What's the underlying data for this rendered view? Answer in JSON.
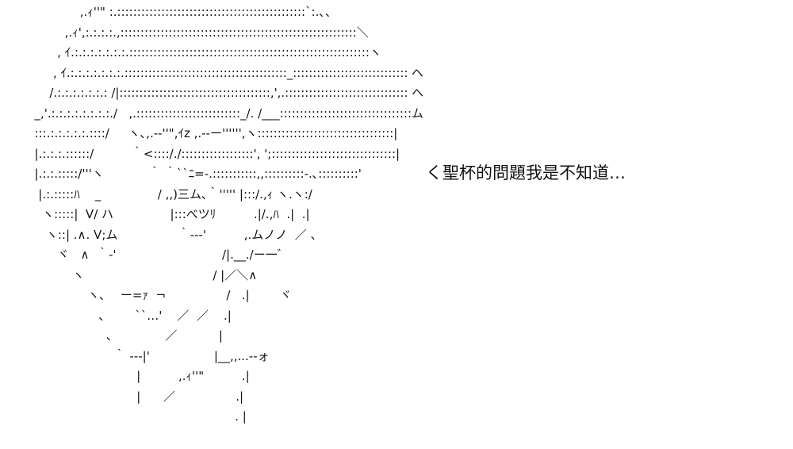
{
  "art": {
    "lines": [
      "              ,.ｨ''\" :.:::::::::::::::::::::::::::::::::::::::::::::::`:.､、",
      "          ,.ｨ',:.:.:.:.,:::::::::::::::::::::::::::::::::::::::::::::::::::::::::::＼",
      "        , ｲ.:.:.:.:.:.:.:.::::::::::::::::::::::::::::::::::::::::::::::::::::::::::::ヽ",
      "       , ｲ.:.:.:.:.:.:.:.:::::::::::::::::::::::::::::::::::::::::_::::::::::::::::::::::::::::: ヘ",
      "      /.:.:.:.:.:.:.: /|::::::::::::::::::::::::::::::::::::::,',.::::::::::::::::::::::::::::::: ヘ",
      "  _,'.:.:.:.:.:.:.:.:./   ,.::::::::::::::::::::::::::_/. /___:::::::::::::::::::::::::::::::::ム",
      "  :::.:.:.:.:.:.::::/     ヽ､,.-‐''\",ｲz ,.-‐ー'''''',ヽ::::::::::::::::::::::::::::::::::|",
      "  |.:.:.:.::::::/          ｀<::::/./::::::::::::::::::', ';:::::::::::::::::::::::::::::::|",
      "  |.:.:.:::::/'''ヽ            ｀ ｀``ﾆ=-.:::::::::::,,::::::::::-.､::::::::::'",
      "   |.:.:::::ﾊ    _               / ,,)三ム､｀''''' |:::/.,ｨ ヽ.ヽ:/",
      "    ヽ:::::|  V/ ハ               |:::べツﾘ          .|/.,ﾊ  .|  .|",
      "     ヽ::| .∧. V;ム                ｀---'          ,.ムノノ  ／ 、",
      "        ヾ   ∧  ｀-'                            /|.__./ー一ﾞ",
      "            ヽ                                  / |／＼∧",
      "                ヽ､    ー=ｧ  ¬                /   .|        ヾ",
      "                   ､        ``…'    ／  ／    .|",
      "                     ､              ／           |",
      "                       ｀ ---|'                 |__,,...--ォ",
      "                             |          ,.ｨ''\"          .|",
      "                             |      ／                .|",
      "                                                       . |"
    ],
    "speech": "く聖杯的問題我是不知道…"
  }
}
